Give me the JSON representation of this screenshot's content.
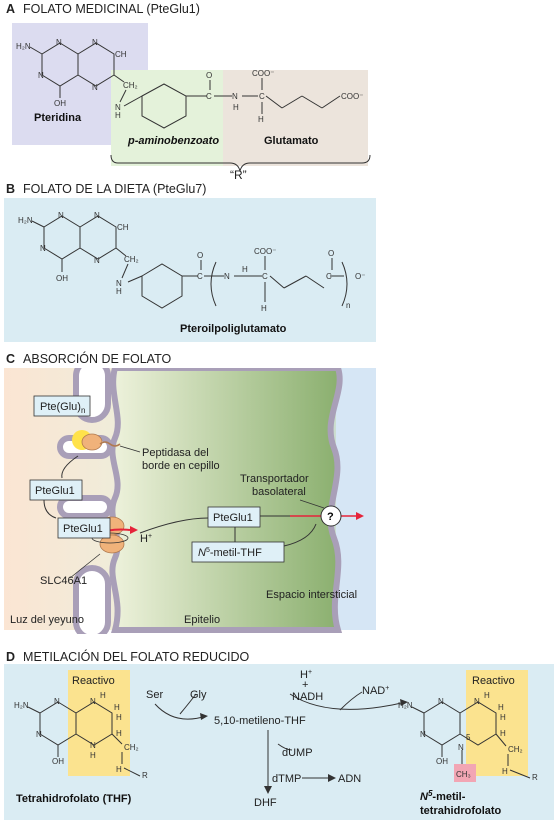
{
  "sections": {
    "a": {
      "letter": "A",
      "title": "FOLATO MEDICINAL (PteGlu1)",
      "pteridina": "Pteridina",
      "paba": "p-aminobenzoato",
      "glutamato": "Glutamato",
      "r": "“R”"
    },
    "b": {
      "letter": "B",
      "title": "FOLATO DE LA DIETA (PteGlu7)",
      "name": "Pteroilpoliglutamato",
      "n": "n"
    },
    "c": {
      "letter": "C",
      "title": "ABSORCIÓN DE FOLATO",
      "pte_glu_n": "Pte(Glu)",
      "pte_glu_n_sub": "n",
      "peptidasa": "Peptidasa del",
      "peptidasa2": "borde en cepillo",
      "pteglu1_a": "PteGlu1",
      "pteglu1_b": "PteGlu1",
      "pteglu1_c": "PteGlu1",
      "n5": "N",
      "n5_sup": "5",
      "n5_rest": "-metil-THF",
      "hplus": "H",
      "hplus_sup": "+",
      "slc": "SLC46A1",
      "transportador": "Transportador",
      "basolateral": "basolateral",
      "question": "?",
      "espacio": "Espacio intersticial",
      "luz": "Luz del yeyuno",
      "epitelio": "Epitelio"
    },
    "d": {
      "letter": "D",
      "title": "METILACIÓN DEL FOLATO REDUCIDO",
      "reactivo1": "Reactivo",
      "reactivo2": "Reactivo",
      "ser": "Ser",
      "gly": "Gly",
      "metileno": "5,10-metileno-THF",
      "dump": "dUMP",
      "dtmp": "dTMP",
      "adn": "ADN",
      "dhf": "DHF",
      "hplus": "H",
      "hplus_sup": "+",
      "plus": "+",
      "nadh": "NADH",
      "nad": "NAD",
      "nad_sup": "+",
      "thf": "Tetrahidrofolato (THF)",
      "n5a": "N",
      "n5a_sup": "5",
      "n5a_rest": "-metil-",
      "n5b": "tetrahidrofolato",
      "five": "5"
    }
  },
  "chem": {
    "h2n": "H₂N",
    "n": "N",
    "h": "H",
    "ch": "CH",
    "ch2": "CH₂",
    "oh": "OH",
    "c": "C",
    "coo": "COO⁻",
    "ominus": "O⁻",
    "o": "O",
    "ch3": "CH₃",
    "r": "R"
  },
  "colors": {
    "lavender": "#dcdcf0",
    "green": "#e4f2da",
    "tan": "#ece4dc",
    "lightblue": "#daecf3",
    "yellow": "#fbe38f",
    "pink": "#f2a6b4",
    "red": "#e5233a"
  }
}
